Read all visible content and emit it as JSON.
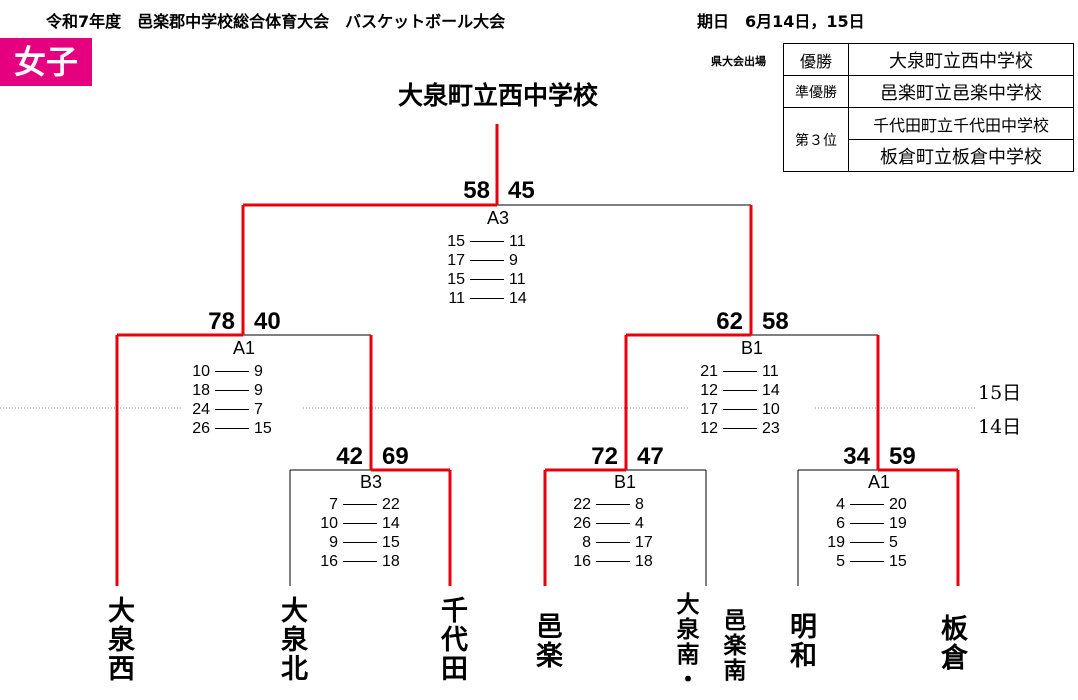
{
  "header": {
    "title": "令和7年度　邑楽郡中学校総合体育大会　バスケットボール大会",
    "date": "期日　6月14日，15日"
  },
  "category": "女子",
  "champion": "大泉町立西中学校",
  "results": {
    "caption": "県大会出場",
    "rows": [
      {
        "rank": "優勝",
        "school": "大泉町立西中学校"
      },
      {
        "rank": "準優勝",
        "school": "邑楽町立邑楽中学校"
      },
      {
        "rank": "第３位",
        "school": "千代田町立千代田中学校"
      },
      {
        "rank": "",
        "school": "板倉町立板倉中学校"
      }
    ]
  },
  "days": {
    "day2": "15日",
    "day1": "14日"
  },
  "matches": {
    "final": {
      "court": "A3",
      "left": "58",
      "right": "45",
      "sets": [
        [
          "15",
          "11"
        ],
        [
          "17",
          "9"
        ],
        [
          "15",
          "11"
        ],
        [
          "11",
          "14"
        ]
      ]
    },
    "semi_left": {
      "court": "A1",
      "left": "78",
      "right": "40",
      "sets": [
        [
          "10",
          "9"
        ],
        [
          "18",
          "9"
        ],
        [
          "24",
          "7"
        ],
        [
          "26",
          "15"
        ]
      ]
    },
    "semi_right": {
      "court": "B1",
      "left": "62",
      "right": "58",
      "sets": [
        [
          "21",
          "11"
        ],
        [
          "12",
          "14"
        ],
        [
          "17",
          "10"
        ],
        [
          "12",
          "23"
        ]
      ]
    },
    "r1_a": {
      "court": "B3",
      "left": "42",
      "right": "69",
      "sets": [
        [
          "7",
          "22"
        ],
        [
          "10",
          "14"
        ],
        [
          "9",
          "15"
        ],
        [
          "16",
          "18"
        ]
      ]
    },
    "r1_b": {
      "court": "B1",
      "left": "72",
      "right": "47",
      "sets": [
        [
          "22",
          "8"
        ],
        [
          "26",
          "4"
        ],
        [
          "8",
          "17"
        ],
        [
          "16",
          "18"
        ]
      ]
    },
    "r1_c": {
      "court": "A1",
      "left": "34",
      "right": "59",
      "sets": [
        [
          "4",
          "20"
        ],
        [
          "6",
          "19"
        ],
        [
          "19",
          "5"
        ],
        [
          "5",
          "15"
        ]
      ]
    }
  },
  "teams": [
    {
      "name": "大泉西"
    },
    {
      "name": "大泉北"
    },
    {
      "name": "千代田"
    },
    {
      "name": "邑楽"
    },
    {
      "name": "大泉南・"
    },
    {
      "name": "邑楽南"
    },
    {
      "name": "明和"
    },
    {
      "name": "板倉"
    }
  ],
  "colors": {
    "win_line": "#e8000b",
    "lose_line": "#000000",
    "badge": "#e4007f"
  }
}
